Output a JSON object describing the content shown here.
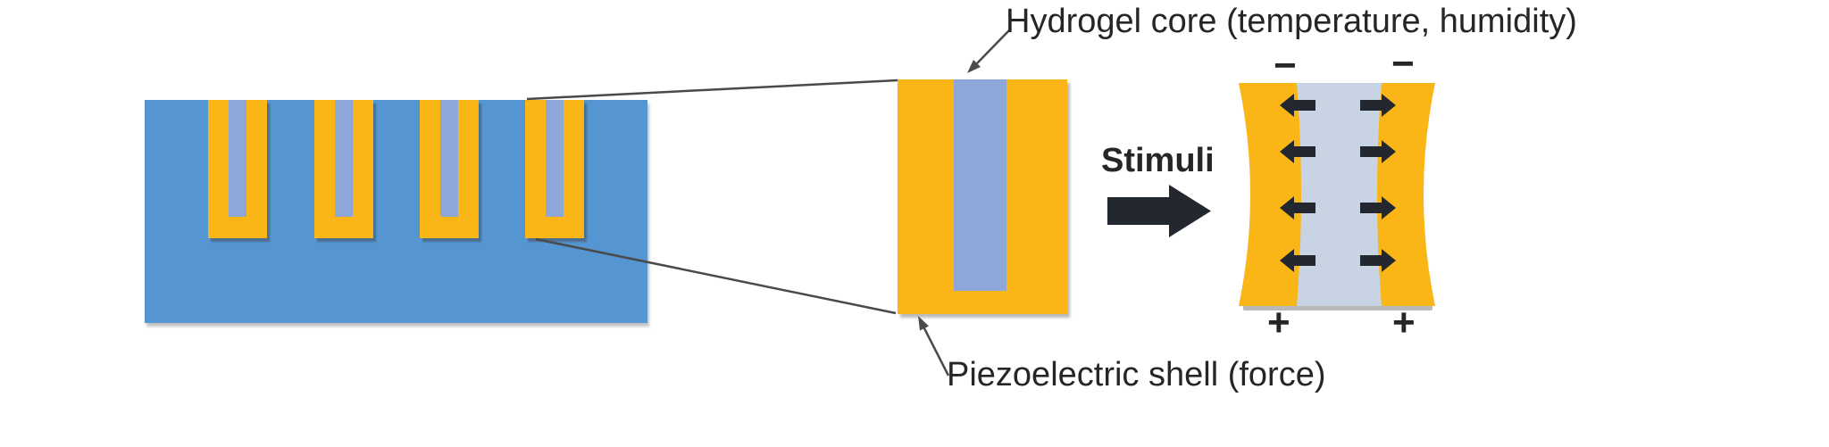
{
  "figure": {
    "labels": {
      "hydrogel": "Hydrogel core (temperature, humidity)",
      "stimuli": "Stimuli",
      "piezoelectric": "Piezoelectric shell (force)"
    },
    "polarity": {
      "minus": "−",
      "plus": "+"
    },
    "array": {
      "pillar_count": 4,
      "polarization_rows": 4
    },
    "colors": {
      "substrate_blue": "#5596D2",
      "shell_yellow": "#F9B616",
      "core_lavender": "#8FA6D8",
      "core_swollen": "#C8D3E4",
      "ink": "#262626",
      "arrow_dark": "#23272f",
      "leader_gray": "#4a4a4a"
    }
  }
}
